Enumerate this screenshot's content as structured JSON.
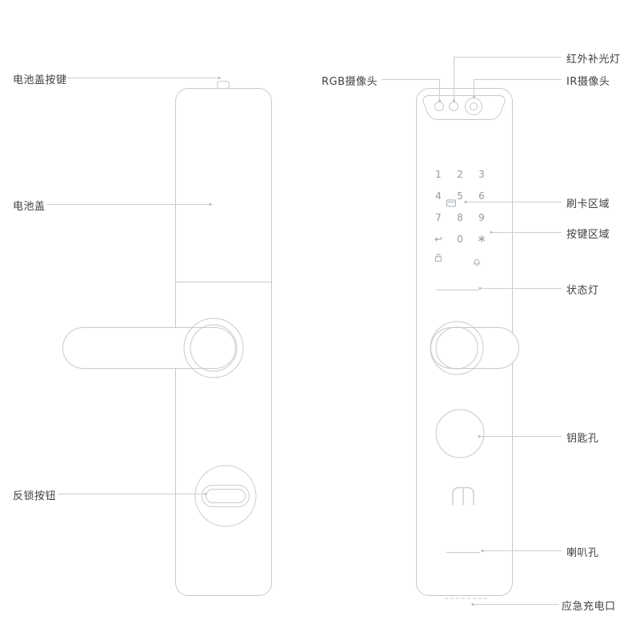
{
  "labels": {
    "battery_cover_button": "电池盖按键",
    "battery_cover": "电池盖",
    "anti_lock_button": "反锁按钮",
    "rgb_camera": "RGB摄像头",
    "ir_fill_light": "红外补光灯",
    "ir_camera": "IR摄像头",
    "card_swipe_area": "刷卡区域",
    "keypad_area": "按键区域",
    "status_light": "状态灯",
    "keyhole": "钥匙孔",
    "speaker_hole": "喇叭孔",
    "emergency_charge_port": "应急充电口"
  },
  "keypad": {
    "digits": [
      "1",
      "2",
      "3",
      "4",
      "5",
      "6",
      "7",
      "8",
      "9",
      "0"
    ],
    "back_key": "↩",
    "asterisk_key": "∗"
  },
  "icons": {
    "camera_module": "camera-module",
    "card": "card-icon",
    "lock": "lock-icon",
    "bell": "bell-icon",
    "logo": "mi-logo"
  },
  "colors": {
    "outline": "#c6cacd",
    "leader_line": "#cdcdcd",
    "label_text": "#3f3f3f",
    "keypad_text": "#949aa0"
  }
}
